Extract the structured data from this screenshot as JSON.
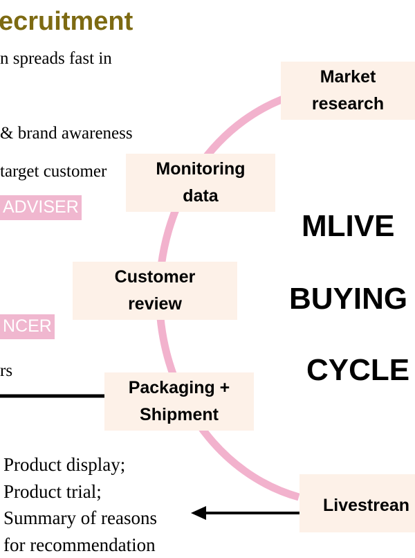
{
  "title": "ecruitment",
  "left_text": {
    "line1": "n spreads fast in",
    "line2": "& brand awareness",
    "line3": "target customer",
    "line4": "rs"
  },
  "tags": {
    "adviser": "ADVISER",
    "influencer": "NCER"
  },
  "stages": {
    "market_research": [
      "Market",
      "research"
    ],
    "monitoring_data": [
      "Monitoring",
      "data"
    ],
    "customer_review": [
      "Customer",
      "review"
    ],
    "packaging_shipment": [
      "Packaging +",
      "Shipment"
    ],
    "livestream": "Livestrean"
  },
  "cycle_label": [
    "MLIVE",
    "BUYING",
    "CYCLE"
  ],
  "livestream_details": [
    "Product display;",
    "Product trial;",
    "Summary of reasons",
    "for recommendation"
  ],
  "colors": {
    "title": "#7d6a12",
    "arc": "#f2b2cd",
    "tag_background": "#f0b7cf",
    "stage_background": "#fdf1e8"
  }
}
